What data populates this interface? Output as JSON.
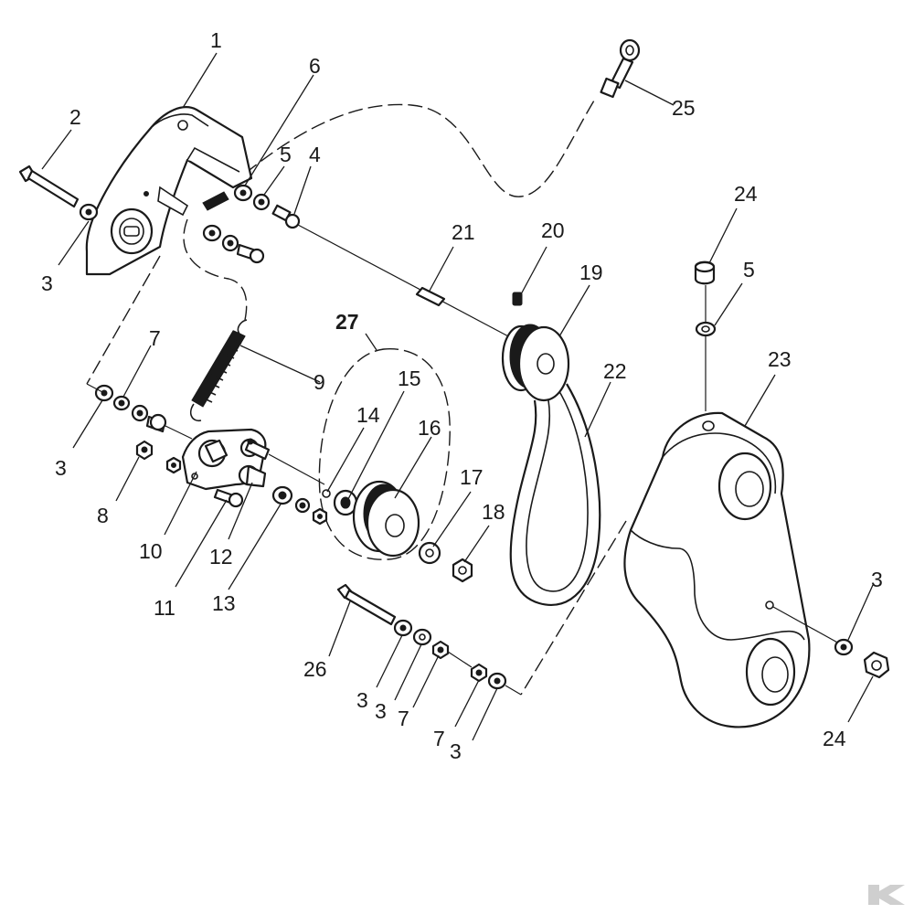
{
  "diagram": {
    "type": "exploded-parts-diagram",
    "callouts": [
      {
        "id": "c1",
        "label": "1"
      },
      {
        "id": "c2",
        "label": "2"
      },
      {
        "id": "c3a",
        "label": "3"
      },
      {
        "id": "c4",
        "label": "4"
      },
      {
        "id": "c5a",
        "label": "5"
      },
      {
        "id": "c6",
        "label": "6"
      },
      {
        "id": "c7a",
        "label": "7"
      },
      {
        "id": "c3b",
        "label": "3"
      },
      {
        "id": "c8",
        "label": "8"
      },
      {
        "id": "c9",
        "label": "9"
      },
      {
        "id": "c10",
        "label": "10"
      },
      {
        "id": "c11",
        "label": "11"
      },
      {
        "id": "c12",
        "label": "12"
      },
      {
        "id": "c13",
        "label": "13"
      },
      {
        "id": "c27",
        "label": "27",
        "bold": true
      },
      {
        "id": "c15",
        "label": "15"
      },
      {
        "id": "c14",
        "label": "14"
      },
      {
        "id": "c16",
        "label": "16"
      },
      {
        "id": "c17",
        "label": "17"
      },
      {
        "id": "c18",
        "label": "18"
      },
      {
        "id": "c21",
        "label": "21"
      },
      {
        "id": "c20",
        "label": "20"
      },
      {
        "id": "c19",
        "label": "19"
      },
      {
        "id": "c22",
        "label": "22"
      },
      {
        "id": "c25",
        "label": "25"
      },
      {
        "id": "c24a",
        "label": "24"
      },
      {
        "id": "c5b",
        "label": "5"
      },
      {
        "id": "c23",
        "label": "23"
      },
      {
        "id": "c3c",
        "label": "3"
      },
      {
        "id": "c24b",
        "label": "24"
      },
      {
        "id": "c26",
        "label": "26"
      },
      {
        "id": "c3d",
        "label": "3"
      },
      {
        "id": "c3e",
        "label": "3"
      },
      {
        "id": "c7b",
        "label": "7"
      },
      {
        "id": "c7c",
        "label": "7"
      },
      {
        "id": "c3f",
        "label": "3"
      }
    ]
  },
  "branding": {
    "logo_icon": "brand-k-logo-icon",
    "logo_color": "#cfcfcf"
  },
  "colors": {
    "line": "#1a1a1a",
    "background": "#ffffff"
  }
}
